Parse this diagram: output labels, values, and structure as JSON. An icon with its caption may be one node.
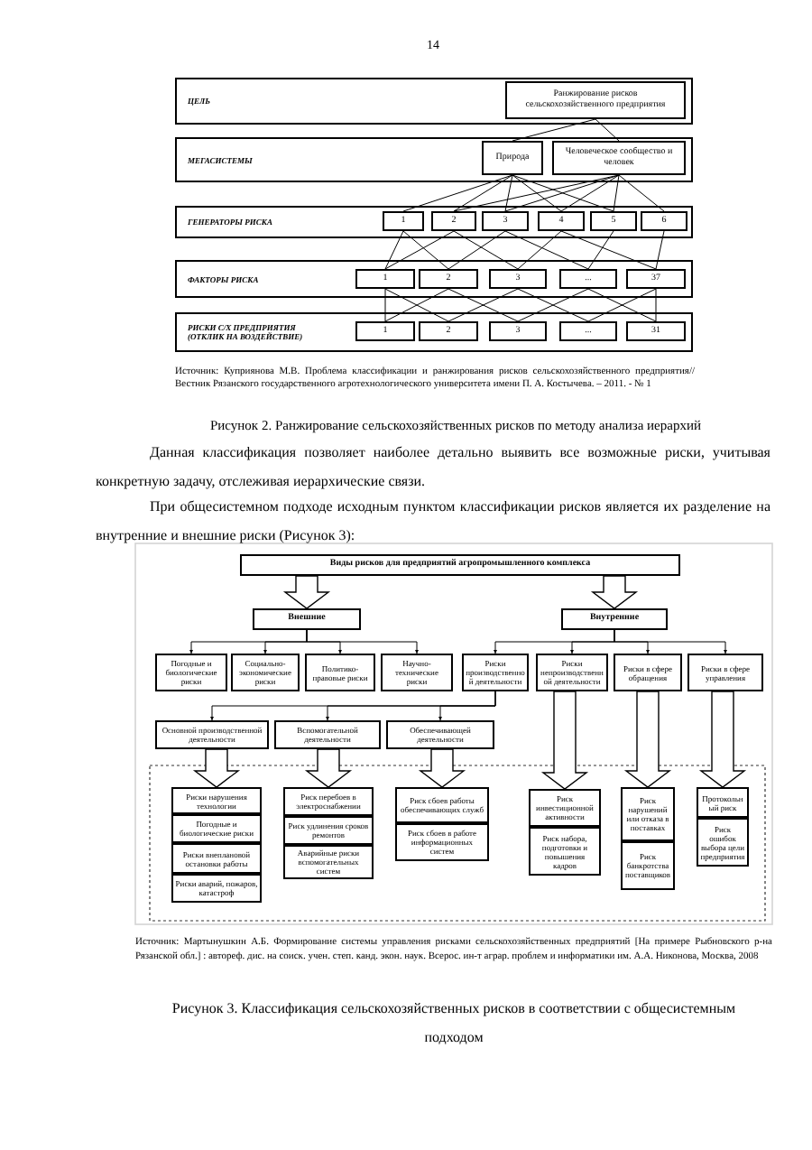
{
  "diagram": {
    "nodes": [
      {
        "text": [
          "ЦЕЛЬ"
        ]
      },
      {
        "text": [
          "Ранжирование рисков сельскохозяйственного предприятия"
        ],
        "in": 0
      },
      {
        "text": [
          "МЕГАСИСТЕМЫ"
        ]
      },
      {
        "text": [
          "Природа"
        ],
        "in": 2
      },
      {
        "text": [
          "Человеческое сообщество и человек"
        ],
        "in": 2
      },
      {
        "text": [
          "ГЕНЕРАТОРЫ РИСКА"
        ]
      },
      {
        "text": [
          "1"
        ],
        "in": 5
      },
      {
        "text": [
          "2"
        ],
        "in": 5
      },
      {
        "text": [
          "3"
        ],
        "in": 5
      },
      {
        "text": [
          "4"
        ],
        "in": 5
      },
      {
        "text": [
          "5"
        ],
        "in": 5
      },
      {
        "text": [
          "6"
        ],
        "in": 5
      },
      {
        "text": [
          "ФАКТОРЫ РИСКА"
        ]
      },
      {
        "text": [
          "1"
        ],
        "in": 12
      },
      {
        "text": [
          "2"
        ],
        "in": 12
      },
      {
        "text": [
          "3"
        ],
        "in": 12
      },
      {
        "text": [
          "..."
        ],
        "in": 12
      },
      {
        "text": [
          "37"
        ],
        "in": 12
      },
      {
        "text": [
          "РИСКИ С/Х ПРЕДПРИЯТИЯ (ОТКЛИК НА ВОЗДЕЙСТВИЕ)"
        ]
      },
      {
        "text": [
          "1"
        ],
        "in": 18
      },
      {
        "text": [
          "2"
        ],
        "in": 18
      },
      {
        "text": [
          "3"
        ],
        "in": 18
      },
      {
        "text": [
          "..."
        ],
        "in": 18
      },
      {
        "text": [
          "31"
        ],
        "in": 18
      },
      {
        "text": [
          "Виды рисков для предприятий агропромышленного комплекса"
        ]
      },
      {
        "text": [
          "Внешние"
        ]
      },
      {
        "text": [
          "Внутренние"
        ]
      },
      {
        "text": [
          "Погодные и биологические риски"
        ]
      },
      {
        "text": [
          "Социально-экономические риски"
        ]
      },
      {
        "text": [
          "Политико-правовые риски"
        ]
      },
      {
        "text": [
          "Научно-технические риски"
        ]
      },
      {
        "text": [
          "Риски производственной деятельности"
        ]
      },
      {
        "text": [
          "Риски непроизводственной деятельности"
        ]
      },
      {
        "text": [
          "Риски в сфере обращения"
        ]
      },
      {
        "text": [
          "Риски в сфере управления"
        ]
      },
      {
        "text": [
          "Основной производственной деятельности"
        ]
      },
      {
        "text": [
          "Вспомогательной деятельности"
        ]
      },
      {
        "text": [
          "Обеспечивающей деятельности"
        ]
      },
      {
        "text": [
          "Риски нарушения технологии"
        ]
      },
      {
        "text": [
          "Погодные и биологические риски"
        ]
      },
      {
        "text": [
          "Риски внеплановой остановки работы"
        ]
      },
      {
        "text": [
          "Риски аварий, пожаров, катастроф"
        ]
      },
      {
        "text": [
          "Риск перебоев в электроснабжении"
        ]
      },
      {
        "text": [
          "Риск удлинения сроков ремонтов"
        ]
      },
      {
        "text": [
          "Аварийные риски вспомогательных систем"
        ]
      },
      {
        "text": [
          "Риск сбоев работы обеспечивающих служб"
        ]
      },
      {
        "text": [
          "Риск сбоев в работе информационных систем"
        ]
      },
      {
        "text": [
          "Риск инвестиционной активности"
        ]
      },
      {
        "text": [
          "Риск набора, подготовки и повышения кадров"
        ]
      },
      {
        "text": [
          "Риск нарушений или отказа в поставках"
        ]
      },
      {
        "text": [
          "Риск банкротства поставщиков"
        ]
      },
      {
        "text": [
          "Протокольный риск"
        ]
      },
      {
        "text": [
          "Риск ошибок выбора цели предприятия"
        ]
      }
    ],
    "edges": [
      {
        "from": 1,
        "to": 3,
        "arrow": "none"
      },
      {
        "from": 1,
        "to": 4,
        "arrow": "none"
      },
      {
        "from": 3,
        "to": 6,
        "arrow": "none"
      },
      {
        "from": 3,
        "to": 7,
        "arrow": "none"
      },
      {
        "from": 3,
        "to": 8,
        "arrow": "none"
      },
      {
        "from": 3,
        "to": 9,
        "arrow": "none"
      },
      {
        "from": 3,
        "to": 10,
        "arrow": "none"
      },
      {
        "from": 4,
        "to": 7,
        "arrow": "none"
      },
      {
        "from": 4,
        "to": 8,
        "arrow": "none"
      },
      {
        "from": 4,
        "to": 9,
        "arrow": "none"
      },
      {
        "from": 4,
        "to": 10,
        "arrow": "none"
      },
      {
        "from": 4,
        "to": 11,
        "arrow": "none"
      },
      {
        "from": 6,
        "to": 13,
        "arrow": "none"
      },
      {
        "from": 6,
        "to": 14,
        "arrow": "none"
      },
      {
        "from": 7,
        "to": 13,
        "arrow": "none"
      },
      {
        "from": 7,
        "to": 15,
        "arrow": "none"
      },
      {
        "from": 8,
        "to": 14,
        "arrow": "none"
      },
      {
        "from": 8,
        "to": 16,
        "arrow": "none"
      },
      {
        "from": 9,
        "to": 15,
        "arrow": "none"
      },
      {
        "from": 9,
        "to": 17,
        "arrow": "none"
      },
      {
        "from": 10,
        "to": 16,
        "arrow": "none"
      },
      {
        "from": 11,
        "to": 17,
        "arrow": "none"
      },
      {
        "from": 13,
        "to": 19,
        "arrow": "none"
      },
      {
        "from": 13,
        "to": 20,
        "arrow": "none"
      },
      {
        "from": 14,
        "to": 19,
        "arrow": "none"
      },
      {
        "from": 14,
        "to": 21,
        "arrow": "none"
      },
      {
        "from": 15,
        "to": 20,
        "arrow": "none"
      },
      {
        "from": 15,
        "to": 22,
        "arrow": "none"
      },
      {
        "from": 16,
        "to": 21,
        "arrow": "none"
      },
      {
        "from": 16,
        "to": 23,
        "arrow": "none"
      },
      {
        "from": 17,
        "to": 22,
        "arrow": "none"
      },
      {
        "from": 17,
        "to": 23,
        "arrow": "none"
      },
      {
        "from": 24,
        "to": 25,
        "arrow": "to",
        "style": "thick"
      },
      {
        "from": 24,
        "to": 26,
        "arrow": "to",
        "style": "thick"
      },
      {
        "from": 25,
        "to": 27,
        "arrow": "to"
      },
      {
        "from": 25,
        "to": 28,
        "arrow": "to"
      },
      {
        "from": 25,
        "to": 29,
        "arrow": "to"
      },
      {
        "from": 25,
        "to": 30,
        "arrow": "to"
      },
      {
        "from": 26,
        "to": 31,
        "arrow": "to"
      },
      {
        "from": 26,
        "to": 32,
        "arrow": "to"
      },
      {
        "from": 26,
        "to": 33,
        "arrow": "to"
      },
      {
        "from": 26,
        "to": 34,
        "arrow": "to"
      },
      {
        "from": 31,
        "to": 35,
        "arrow": "to"
      },
      {
        "from": 31,
        "to": 36,
        "arrow": "to"
      },
      {
        "from": 31,
        "to": 37,
        "arrow": "to"
      },
      {
        "from": 35,
        "to": 38,
        "arrow": "to",
        "style": "thick"
      },
      {
        "from": 36,
        "to": 42,
        "arrow": "to",
        "style": "thick"
      },
      {
        "from": 37,
        "to": 45,
        "arrow": "to",
        "style": "thick"
      },
      {
        "from": 32,
        "to": 47,
        "arrow": "to",
        "style": "thick"
      },
      {
        "from": 33,
        "to": 49,
        "arrow": "to",
        "style": "thick"
      },
      {
        "from": 34,
        "to": 51,
        "arrow": "to",
        "style": "thick"
      }
    ],
    "labels": [
      "14",
      "Источник: Куприянова М.В. Проблема классификации и ранжирования рисков сельскохозяйственного предприятия//Вестник Рязанского государственного агротехнологического университета имени П. А. Костычева. – 2011. - № 1",
      "Рисунок 2. Ранжирование сельскохозяйственных рисков по методу анализа иерархий",
      "Данная классификация позволяет наиболее детально выявить все  возможные риски, учитывая конкретную задачу, отслеживая иерархические связи.",
      "При общесистемном подходе исходным пунктом классификации рисков является их разделение на внутренние и внешние риски (Рисунок 3):",
      "Источник: Мартынушкин А.Б. Формирование системы управления рисками сельскохозяйственных предприятий [На примере Рыбновского р-на Рязанской обл.] : автореф. дис. на соиск. учен. степ. канд. экон. наук. Всерос. ин-т аграр. проблем и информатики им. А.А. Никонова, Москва, 2008",
      "Рисунок 3. Классификация сельскохозяйственных рисков в соответствии с общесистемным подходом"
    ]
  }
}
